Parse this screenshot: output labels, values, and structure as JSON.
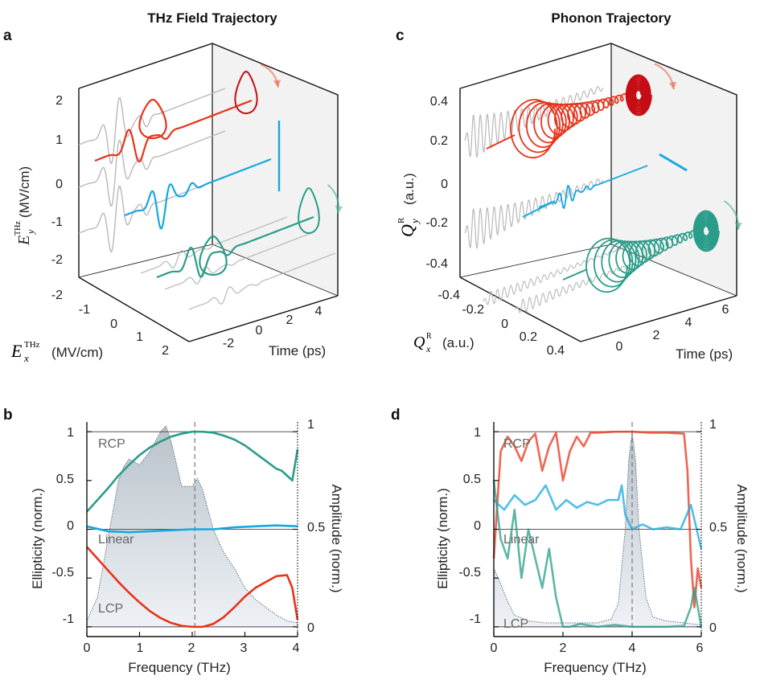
{
  "panels": {
    "a": {
      "letter": "a",
      "title": "THz Field Trajectory",
      "ylabel": "E_y^THz (MV/cm)",
      "ylabel_sym": "E",
      "ylabel_sub": "y",
      "ylabel_sup": "THz",
      "ylabel_unit": "(MV/cm)",
      "xlabel_sym": "E",
      "xlabel_sub": "x",
      "xlabel_sup": "THz",
      "xlabel_unit": "(MV/cm)",
      "tlabel": "Time (ps)",
      "yticks": [
        "2",
        "1",
        "0",
        "-1",
        "-2"
      ],
      "xticks": [
        "-2",
        "-1",
        "0",
        "1",
        "2"
      ],
      "tticks": [
        "-2",
        "0",
        "2",
        "4"
      ]
    },
    "c": {
      "letter": "c",
      "title": "Phonon Trajectory",
      "ylabel_sym": "Q",
      "ylabel_sub": "y",
      "ylabel_sup": "R",
      "ylabel_unit": "(a.u.)",
      "xlabel_sym": "Q",
      "xlabel_sub": "x",
      "xlabel_sup": "R",
      "xlabel_unit": "(a.u.)",
      "tlabel": "Time (ps)",
      "yticks": [
        "0.4",
        "0.2",
        "0",
        "-0.2",
        "-0.4"
      ],
      "xticks": [
        "-0.4",
        "-0.2",
        "0",
        "0.2",
        "0.4"
      ],
      "tticks": [
        "0",
        "2",
        "4",
        "6"
      ]
    },
    "b": {
      "letter": "b",
      "xlabel": "Frequency (THz)",
      "ylabel_left": "Ellipticity (norm.)",
      "ylabel_right": "Amplitude (norm.)",
      "xticks": [
        "0",
        "1",
        "2",
        "3",
        "4"
      ],
      "yticks_left": [
        "1",
        "0.5",
        "0",
        "-0.5",
        "-1"
      ],
      "yticks_right": [
        "1",
        "0.5",
        "0"
      ],
      "labels": {
        "rcp": "RCP",
        "linear": "Linear",
        "lcp": "LCP"
      }
    },
    "d": {
      "letter": "d",
      "xlabel": "Frequency (THz)",
      "ylabel_left": "Ellipticity (norm.)",
      "ylabel_right": "Amplitude (norm.)",
      "xticks": [
        "0",
        "2",
        "4",
        "6"
      ],
      "yticks_left": [
        "1",
        "0.5",
        "0",
        "-0.5",
        "-1"
      ],
      "yticks_right": [
        "1",
        "0.5",
        "0"
      ],
      "labels": {
        "rcp": "RCP",
        "linear": "Linear",
        "lcp": "LCP"
      }
    }
  },
  "colors": {
    "red": "#e8331a",
    "darkred": "#c40d14",
    "blue": "#16a8e0",
    "teal": "#2a9d8a",
    "gray": "#b8b8b8",
    "fill": "#cfd6dc"
  },
  "chart_data": [
    {
      "id": "b",
      "type": "line",
      "xlabel": "Frequency (THz)",
      "ylabel": "Ellipticity (norm.)",
      "ylabel_right": "Amplitude (norm.)",
      "xlim": [
        0,
        4
      ],
      "ylim": [
        -1.1,
        1.1
      ],
      "ylim_right": [
        0,
        1
      ],
      "vline": 2.05,
      "series": [
        {
          "name": "RCP",
          "color": "#2a9d8a",
          "x": [
            0,
            0.2,
            0.4,
            0.6,
            0.8,
            1.0,
            1.2,
            1.4,
            1.6,
            1.8,
            2.0,
            2.2,
            2.4,
            2.6,
            2.8,
            3.0,
            3.2,
            3.4,
            3.6,
            3.7,
            3.8,
            3.9,
            4.0
          ],
          "y": [
            0.18,
            0.3,
            0.42,
            0.55,
            0.66,
            0.76,
            0.84,
            0.9,
            0.95,
            0.98,
            1.0,
            1.0,
            0.99,
            0.96,
            0.92,
            0.86,
            0.78,
            0.7,
            0.62,
            0.6,
            0.55,
            0.5,
            0.82
          ]
        },
        {
          "name": "Linear",
          "color": "#16a8e0",
          "x": [
            0,
            0.4,
            0.8,
            1.2,
            1.6,
            2.0,
            2.4,
            2.8,
            3.2,
            3.6,
            4.0
          ],
          "y": [
            0.03,
            -0.02,
            -0.03,
            -0.02,
            -0.01,
            0.0,
            0.0,
            0.02,
            0.03,
            0.04,
            0.03
          ]
        },
        {
          "name": "LCP",
          "color": "#e8331a",
          "x": [
            0,
            0.2,
            0.4,
            0.6,
            0.8,
            1.0,
            1.2,
            1.4,
            1.6,
            1.8,
            2.0,
            2.2,
            2.4,
            2.6,
            2.8,
            3.0,
            3.2,
            3.4,
            3.6,
            3.8,
            3.9,
            4.0
          ],
          "y": [
            -0.18,
            -0.3,
            -0.42,
            -0.54,
            -0.65,
            -0.75,
            -0.84,
            -0.91,
            -0.96,
            -0.99,
            -1.0,
            -1.0,
            -0.97,
            -0.9,
            -0.8,
            -0.69,
            -0.6,
            -0.54,
            -0.48,
            -0.47,
            -0.6,
            -0.93
          ]
        },
        {
          "name": "Amplitude",
          "color": "#8a9aa8",
          "axis": "right",
          "fill": true,
          "x": [
            0,
            0.2,
            0.4,
            0.6,
            0.7,
            0.8,
            1.0,
            1.2,
            1.4,
            1.5,
            1.6,
            1.8,
            2.0,
            2.1,
            2.2,
            2.4,
            2.6,
            2.8,
            3.0,
            3.2,
            3.4,
            3.6,
            3.8,
            4.0
          ],
          "y": [
            0.03,
            0.15,
            0.45,
            0.75,
            0.82,
            0.86,
            0.83,
            0.9,
            1.0,
            1.03,
            0.95,
            0.72,
            0.72,
            0.76,
            0.7,
            0.5,
            0.38,
            0.3,
            0.2,
            0.14,
            0.1,
            0.06,
            0.03,
            0.02
          ]
        }
      ]
    },
    {
      "id": "d",
      "type": "line",
      "xlabel": "Frequency (THz)",
      "ylabel": "Ellipticity (norm.)",
      "ylabel_right": "Amplitude (norm.)",
      "xlim": [
        0,
        6
      ],
      "ylim": [
        -1.1,
        1.1
      ],
      "ylim_right": [
        0,
        1
      ],
      "vline": 4.0,
      "series": [
        {
          "name": "RCP",
          "color": "#e8331a",
          "x": [
            0,
            0.2,
            0.4,
            0.6,
            0.8,
            1.0,
            1.2,
            1.4,
            1.6,
            1.8,
            2.0,
            2.2,
            2.4,
            2.6,
            2.8,
            3.0,
            3.5,
            4.0,
            4.5,
            5.0,
            5.5,
            5.6,
            5.7,
            5.8,
            5.9,
            6.0
          ],
          "y": [
            -0.3,
            0.8,
            0.95,
            0.85,
            0.7,
            0.9,
            0.98,
            0.6,
            0.85,
            0.99,
            0.5,
            0.8,
            0.95,
            0.85,
            0.99,
            0.99,
            1.0,
            1.0,
            0.99,
            0.99,
            0.98,
            0.6,
            -0.3,
            -0.8,
            -0.4,
            -0.6
          ]
        },
        {
          "name": "Linear",
          "color": "#16a8e0",
          "x": [
            0,
            0.3,
            0.6,
            0.9,
            1.2,
            1.5,
            1.8,
            2.1,
            2.4,
            2.7,
            3.0,
            3.3,
            3.6,
            3.7,
            3.8,
            4.0,
            4.3,
            4.6,
            5.0,
            5.4,
            5.7,
            6.0
          ],
          "y": [
            0.3,
            0.2,
            0.35,
            0.25,
            0.3,
            0.45,
            0.2,
            0.3,
            0.22,
            0.28,
            0.25,
            0.3,
            0.3,
            0.45,
            0.15,
            0.0,
            0.05,
            0.0,
            0.02,
            0.0,
            0.25,
            -0.2
          ]
        },
        {
          "name": "LCP",
          "color": "#2a9d8a",
          "x": [
            0,
            0.2,
            0.4,
            0.6,
            0.8,
            1.0,
            1.2,
            1.4,
            1.6,
            1.8,
            2.0,
            2.2,
            2.5,
            3.0,
            3.5,
            4.0,
            4.5,
            5.0,
            5.5,
            5.7,
            5.8,
            6.0
          ],
          "y": [
            0.5,
            -0.1,
            -0.3,
            0.2,
            -0.5,
            0.0,
            -0.3,
            -0.6,
            -0.2,
            -0.7,
            -1.0,
            -1.0,
            -0.97,
            -1.0,
            -0.98,
            -1.0,
            -1.0,
            -1.0,
            -0.99,
            -0.8,
            -0.6,
            -1.0
          ]
        },
        {
          "name": "Amplitude",
          "color": "#8a9aa8",
          "axis": "right",
          "fill": true,
          "x": [
            0,
            0.2,
            0.4,
            0.6,
            1.0,
            1.5,
            2.0,
            2.5,
            3.0,
            3.4,
            3.6,
            3.8,
            3.9,
            4.0,
            4.1,
            4.2,
            4.4,
            4.6,
            5.0,
            5.5,
            6.0
          ],
          "y": [
            0.3,
            0.22,
            0.13,
            0.06,
            0.03,
            0.02,
            0.02,
            0.02,
            0.02,
            0.04,
            0.12,
            0.5,
            0.85,
            1.0,
            0.85,
            0.5,
            0.15,
            0.05,
            0.03,
            0.02,
            0.01
          ]
        }
      ]
    },
    {
      "id": "a",
      "type": "line",
      "title": "THz Field Trajectory",
      "note": "3D trajectories of the THz field (RCP, linear, LCP)"
    },
    {
      "id": "c",
      "type": "line",
      "title": "Phonon Trajectory",
      "note": "3D trajectories of the phonon (RCP, linear, LCP)"
    }
  ]
}
